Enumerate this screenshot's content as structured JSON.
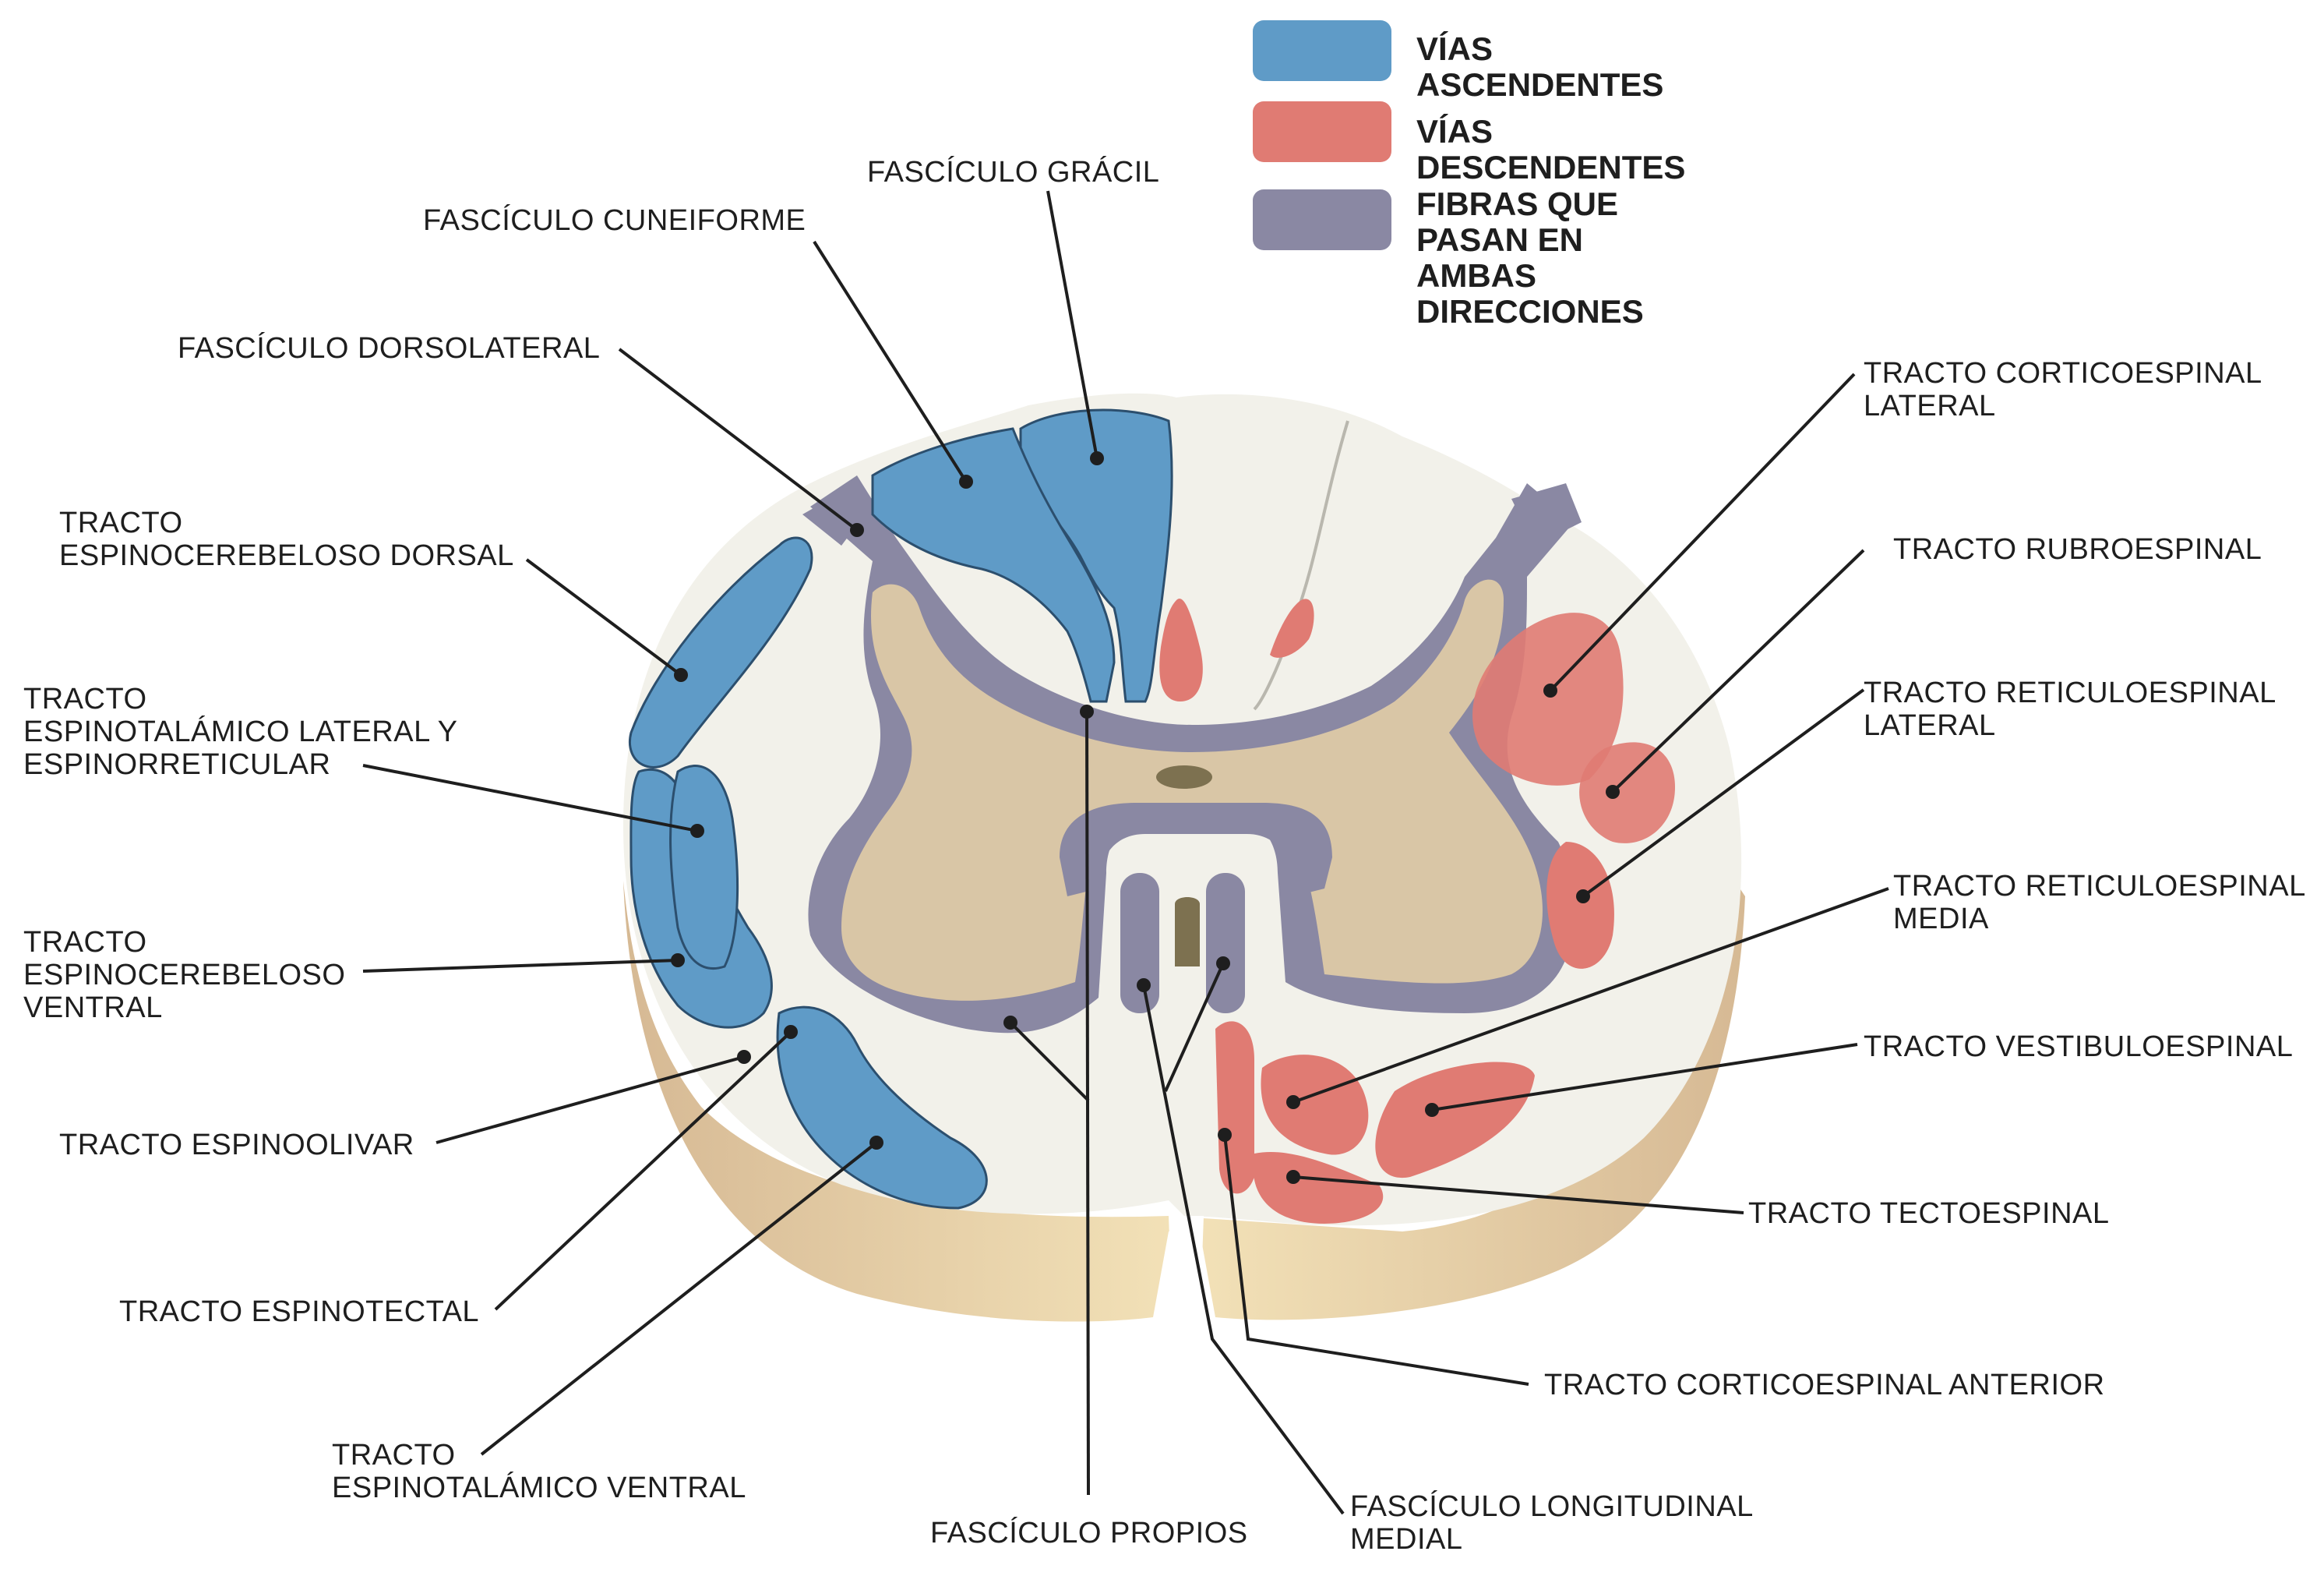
{
  "legend": [
    {
      "key": "ascending",
      "label": "VÍAS ASCENDENTES",
      "color": "#5f9bc7"
    },
    {
      "key": "descending",
      "label": "VÍAS DESCENDENTES",
      "color": "#e07b73"
    },
    {
      "key": "both",
      "label": "FIBRAS QUE PASAN EN AMBAS\nDIRECCIONES",
      "color": "#8a88a3"
    }
  ],
  "colors": {
    "ascending": "#5f9bc7",
    "descending": "#e07b73",
    "both": "#8a88a3",
    "gray_matter": "#d9c6a6",
    "white_matter": "#f2f1ea",
    "pia": "#d6b994",
    "pia_light": "#f3e2b8",
    "canal": "#7d7150",
    "leader_line": "#1e1e1e"
  },
  "labels": {
    "fasciculo_gracil": "FASCÍCULO GRÁCIL",
    "fasciculo_cuneiforme": "FASCÍCULO CUNEIFORME",
    "fasciculo_dorsolateral": "FASCÍCULO DORSOLATERAL",
    "tracto_espinocerebeloso_dorsal": "TRACTO\nESPINOCEREBELOSO DORSAL",
    "tracto_espinotalamico_lateral": "TRACTO\nESPINOTALÁMICO LATERAL Y\nESPINORRETICULAR",
    "tracto_espinocerebeloso_ventral": "TRACTO\nESPINOCEREBELOSO\nVENTRAL",
    "tracto_espinoolivar": "TRACTO ESPINOOLIVAR",
    "tracto_espinotectal": "TRACTO ESPINOTECTAL",
    "tracto_espinotalamico_ventral": "TRACTO\nESPINOTALÁMICO VENTRAL",
    "fasciculo_propios": "FASCÍCULO PROPIOS",
    "fasciculo_longitudinal_medial": "FASCÍCULO LONGITUDINAL\nMEDIAL",
    "tracto_corticoespinal_anterior": "TRACTO CORTICOESPINAL ANTERIOR",
    "tracto_tectoespinal": "TRACTO TECTOESPINAL",
    "tracto_vestibuloespinal": "TRACTO VESTIBULOESPINAL",
    "tracto_reticuloespinal_media": "TRACTO RETICULOESPINAL\nMEDIA",
    "tracto_reticuloespinal_lateral": "TRACTO RETICULOESPINAL\n LATERAL",
    "tracto_rubroespinal": "TRACTO RUBROESPINAL",
    "tracto_corticoespinal_lateral": "TRACTO CORTICOESPINAL\nLATERAL"
  }
}
